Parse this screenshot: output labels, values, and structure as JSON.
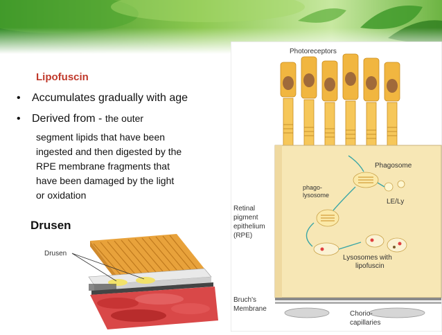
{
  "slide": {
    "heading": "Lipofuscin",
    "bullets": [
      {
        "lead": "Accumulates gradually with age"
      },
      {
        "lead": "Derived from -",
        "detail": "the outer"
      }
    ],
    "continuation": [
      "segment lipids that have been",
      "ingested and  then digested by the",
      "RPE membrane fragments that",
      "have been damaged by the light",
      "or oxidation"
    ],
    "section_title": "Drusen"
  },
  "figure_left": {
    "label": "Drusen"
  },
  "figure_right": {
    "labels": {
      "photoreceptors": "Photoreceptors",
      "phagosome": "Phagosome",
      "phagolysosome_1": "phago-",
      "phagolysosome_2": "lysosome",
      "le_ly": "LE/Ly",
      "rpe_1": "Retinal",
      "rpe_2": "pigment",
      "rpe_3": "epithelium",
      "rpe_4": "(RPE)",
      "lysosomes_1": "Lysosomes with",
      "lysosomes_2": "lipofuscin",
      "bruchs_1": "Bruch's",
      "bruchs_2": "Membrane",
      "chorio_1": "Chorio-",
      "chorio_2": "capillaries"
    }
  },
  "colors": {
    "heading": "#c0392b",
    "banner_green": "#3e9a2b",
    "cell_fill": "#f7e7b5",
    "photoreceptor": "#f1b640",
    "arrow": "#3aa6a6"
  }
}
